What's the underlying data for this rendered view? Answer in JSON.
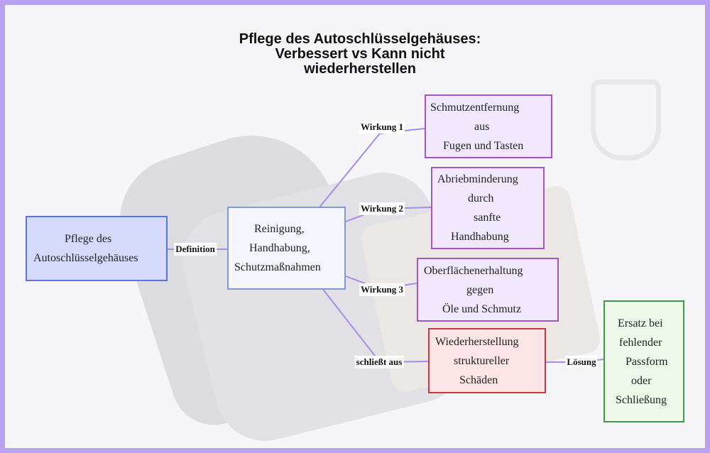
{
  "title": {
    "line1": "Pflege des Autoschlüsselgehäuses:",
    "line2": "Verbessert vs Kann nicht",
    "line3": "wiederherstellen"
  },
  "nodes": {
    "pflege": [
      "Pflege des",
      "",
      "Autoschlüsselgehäuses"
    ],
    "reinigung": [
      "Reinigung,",
      "Handhabung,",
      "",
      "Schutzmaßnahmen"
    ],
    "schmutz": [
      "Schmutzentfernung",
      "aus",
      "Fugen und Tasten"
    ],
    "abrieb": [
      "Abriebminderung",
      "durch",
      "sanfte",
      "Handhabung"
    ],
    "oberflaeche": [
      "Oberflächenerhaltung",
      "gegen",
      "Öle und Schmutz"
    ],
    "wiederherstellung": [
      "Wiederherstellung",
      "struktureller",
      "Schäden"
    ],
    "ersatz": [
      "Ersatz bei",
      "fehlender",
      "Passform",
      "oder",
      "Schließung"
    ]
  },
  "edge_labels": {
    "definition": "Definition",
    "wirkung1": "Wirkung 1",
    "wirkung2": "Wirkung 2",
    "wirkung3": "Wirkung 3",
    "schliesst_aus": "schließt aus",
    "loesung": "Lösung"
  },
  "colors": {
    "edge": "#a98be6",
    "frame": "#b9a3f0"
  }
}
